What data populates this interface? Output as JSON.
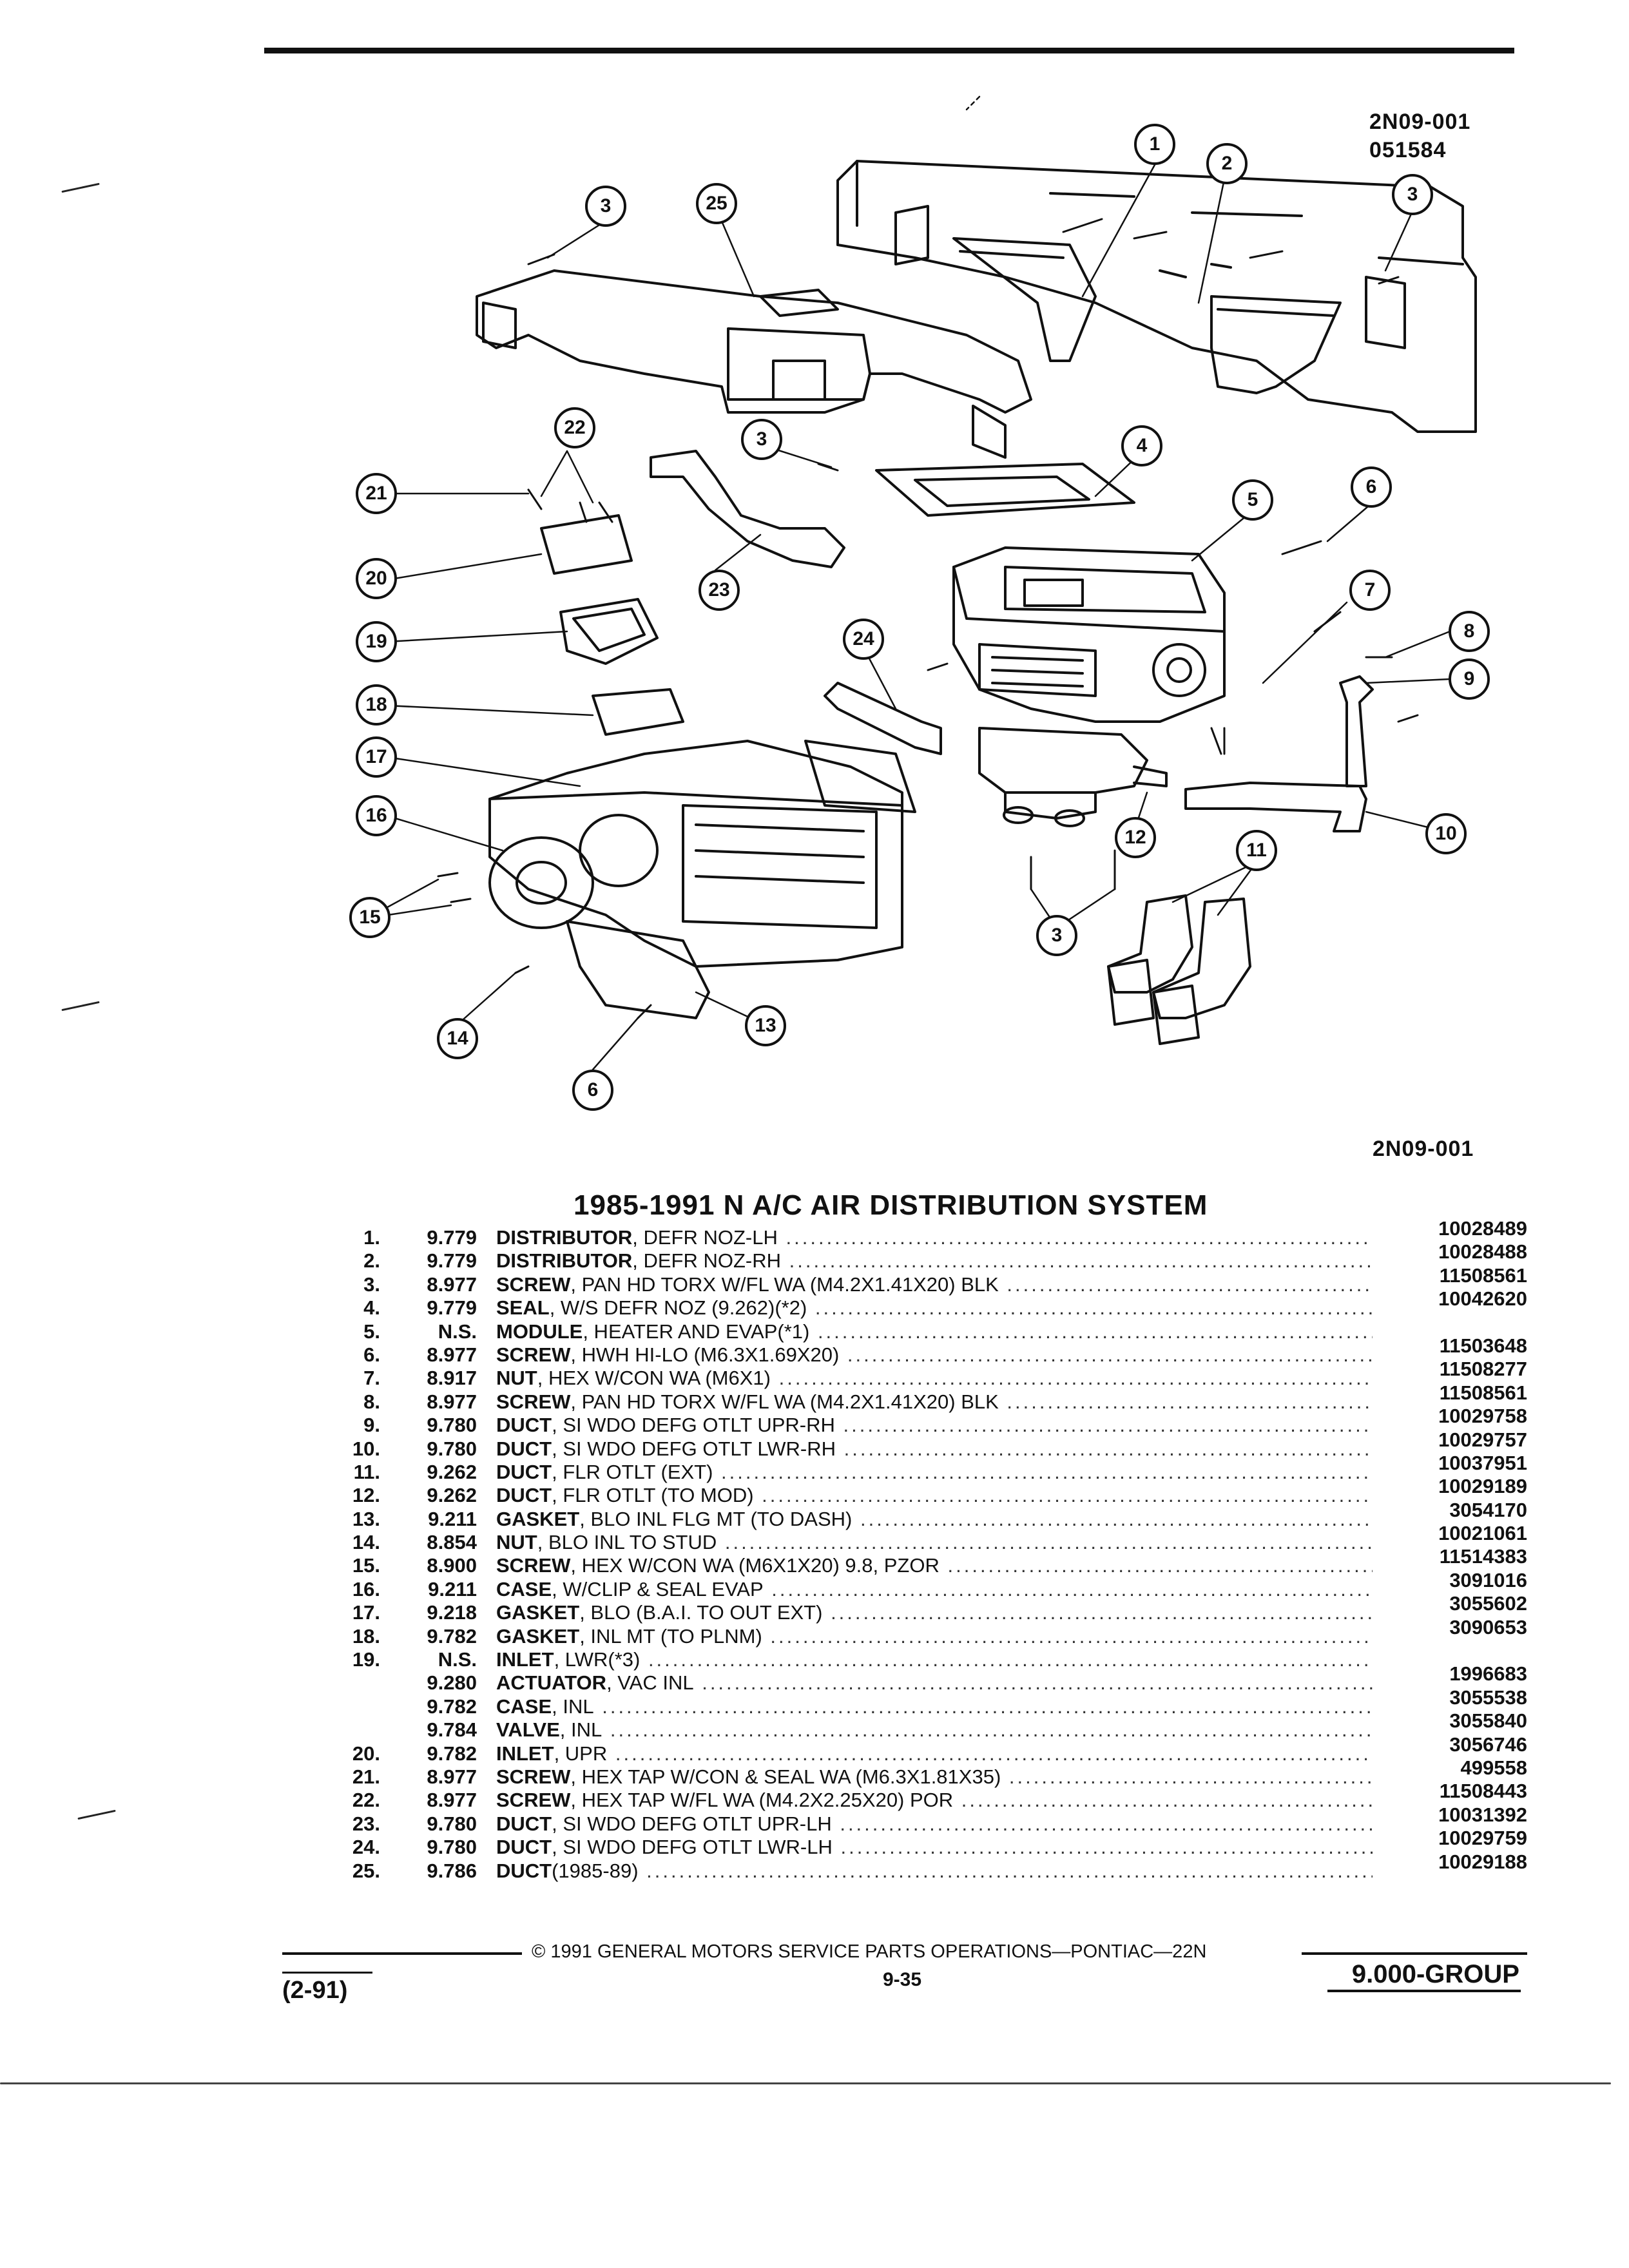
{
  "diagram": {
    "ref_top": "2N09-001",
    "ref_date": "051584",
    "ref_bottom": "2N09-001"
  },
  "title": "1985-1991 N A/C AIR DISTRIBUTION SYSTEM",
  "parts": [
    {
      "no": "1.",
      "grp": "9.779",
      "key": "DISTRIBUTOR",
      "rest": ", DEFR NOZ-LH",
      "pn": "10028489"
    },
    {
      "no": "2.",
      "grp": "9.779",
      "key": "DISTRIBUTOR",
      "rest": ", DEFR NOZ-RH",
      "pn": "10028488"
    },
    {
      "no": "3.",
      "grp": "8.977",
      "key": "SCREW",
      "rest": ", PAN HD TORX W/FL WA (M4.2X1.41X20) BLK",
      "pn": "11508561"
    },
    {
      "no": "4.",
      "grp": "9.779",
      "key": "SEAL",
      "rest": ", W/S DEFR NOZ (9.262)(*2)",
      "pn": "10042620"
    },
    {
      "no": "5.",
      "grp": "N.S.",
      "key": "MODULE",
      "rest": ", HEATER AND EVAP(*1)",
      "pn": ""
    },
    {
      "no": "6.",
      "grp": "8.977",
      "key": "SCREW",
      "rest": ", HWH HI-LO (M6.3X1.69X20)",
      "pn": "11503648"
    },
    {
      "no": "7.",
      "grp": "8.917",
      "key": "NUT",
      "rest": ", HEX W/CON WA (M6X1)",
      "pn": "11508277"
    },
    {
      "no": "8.",
      "grp": "8.977",
      "key": "SCREW",
      "rest": ", PAN HD TORX W/FL WA (M4.2X1.41X20) BLK",
      "pn": "11508561"
    },
    {
      "no": "9.",
      "grp": "9.780",
      "key": "DUCT",
      "rest": ", SI WDO DEFG OTLT UPR-RH",
      "pn": "10029758"
    },
    {
      "no": "10.",
      "grp": "9.780",
      "key": "DUCT",
      "rest": ", SI WDO DEFG OTLT LWR-RH",
      "pn": "10029757"
    },
    {
      "no": "11.",
      "grp": "9.262",
      "key": "DUCT",
      "rest": ", FLR OTLT (EXT)",
      "pn": "10037951"
    },
    {
      "no": "12.",
      "grp": "9.262",
      "key": "DUCT",
      "rest": ", FLR OTLT (TO MOD)",
      "pn": "10029189"
    },
    {
      "no": "13.",
      "grp": "9.211",
      "key": "GASKET",
      "rest": ", BLO INL FLG MT (TO DASH)",
      "pn": "3054170"
    },
    {
      "no": "14.",
      "grp": "8.854",
      "key": "NUT",
      "rest": ", BLO INL TO STUD",
      "pn": "10021061"
    },
    {
      "no": "15.",
      "grp": "8.900",
      "key": "SCREW",
      "rest": ", HEX W/CON WA (M6X1X20) 9.8, PZOR",
      "pn": "11514383"
    },
    {
      "no": "16.",
      "grp": "9.211",
      "key": "CASE",
      "rest": ", W/CLIP & SEAL EVAP",
      "pn": "3091016"
    },
    {
      "no": "17.",
      "grp": "9.218",
      "key": "GASKET",
      "rest": ", BLO (B.A.I. TO OUT EXT)",
      "pn": "3055602"
    },
    {
      "no": "18.",
      "grp": "9.782",
      "key": "GASKET",
      "rest": ", INL MT (TO PLNM)",
      "pn": "3090653"
    },
    {
      "no": "19.",
      "grp": "N.S.",
      "key": "INLET",
      "rest": ", LWR(*3)",
      "pn": ""
    },
    {
      "no": "",
      "grp": "9.280",
      "key": "ACTUATOR",
      "rest": ", VAC INL",
      "pn": "1996683"
    },
    {
      "no": "",
      "grp": "9.782",
      "key": "CASE",
      "rest": ", INL",
      "pn": "3055538"
    },
    {
      "no": "",
      "grp": "9.784",
      "key": "VALVE",
      "rest": ", INL",
      "pn": "3055840"
    },
    {
      "no": "20.",
      "grp": "9.782",
      "key": "INLET",
      "rest": ", UPR",
      "pn": "3056746"
    },
    {
      "no": "21.",
      "grp": "8.977",
      "key": "SCREW",
      "rest": ", HEX TAP W/CON & SEAL WA (M6.3X1.81X35)",
      "pn": "499558"
    },
    {
      "no": "22.",
      "grp": "8.977",
      "key": "SCREW",
      "rest": ", HEX TAP W/FL WA (M4.2X2.25X20) POR",
      "pn": "11508443"
    },
    {
      "no": "23.",
      "grp": "9.780",
      "key": "DUCT",
      "rest": ", SI WDO DEFG OTLT UPR-LH",
      "pn": "10031392"
    },
    {
      "no": "24.",
      "grp": "9.780",
      "key": "DUCT",
      "rest": ", SI WDO DEFG OTLT LWR-LH",
      "pn": "10029759"
    },
    {
      "no": "25.",
      "grp": "9.786",
      "key": "DUCT",
      "rest": "(1985-89)",
      "pn": "10029188"
    }
  ],
  "footer": {
    "copyright": "© 1991 GENERAL MOTORS SERVICE PARTS OPERATIONS—PONTIAC—22N",
    "page": "9-35",
    "group": "9.000-GROUP",
    "date": "(2-91)"
  },
  "callouts": [
    {
      "n": "1"
    },
    {
      "n": "2"
    },
    {
      "n": "3"
    },
    {
      "n": "25"
    },
    {
      "n": "3"
    },
    {
      "n": "22"
    },
    {
      "n": "3"
    },
    {
      "n": "4"
    },
    {
      "n": "21"
    },
    {
      "n": "5"
    },
    {
      "n": "6"
    },
    {
      "n": "20"
    },
    {
      "n": "23"
    },
    {
      "n": "7"
    },
    {
      "n": "19"
    },
    {
      "n": "24"
    },
    {
      "n": "8"
    },
    {
      "n": "9"
    },
    {
      "n": "18"
    },
    {
      "n": "17"
    },
    {
      "n": "16"
    },
    {
      "n": "12"
    },
    {
      "n": "10"
    },
    {
      "n": "11"
    },
    {
      "n": "15"
    },
    {
      "n": "3"
    },
    {
      "n": "14"
    },
    {
      "n": "13"
    },
    {
      "n": "6"
    }
  ]
}
